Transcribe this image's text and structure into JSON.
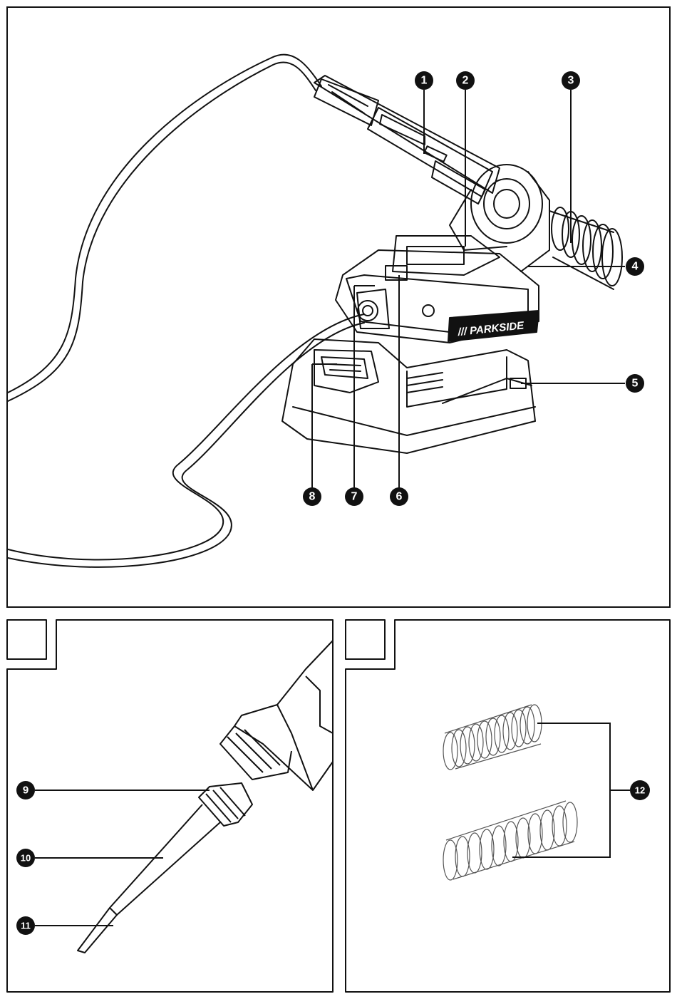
{
  "panels": {
    "main": {
      "callouts": [
        "1",
        "2",
        "3",
        "4",
        "5",
        "6",
        "7",
        "8"
      ]
    },
    "tip": {
      "callouts": [
        "9",
        "10",
        "11"
      ]
    },
    "springs": {
      "callouts": [
        "12"
      ]
    }
  },
  "product": {
    "brand": "/// PARKSIDE"
  },
  "colors": {
    "line": "#111111",
    "background": "#ffffff"
  }
}
